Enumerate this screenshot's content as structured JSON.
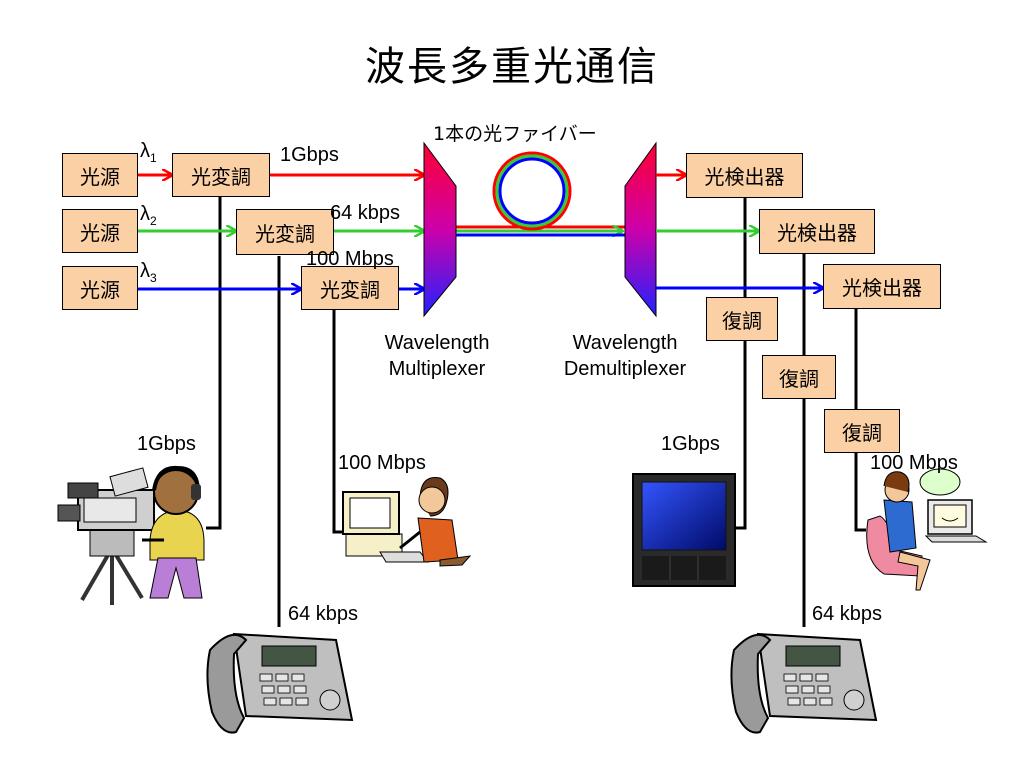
{
  "title": "波長多重光通信",
  "fiber_label": "1本の光ファイバー",
  "source_label": "光源",
  "modulator_label": "光変調",
  "detector_label": "光検出器",
  "demodulator_label": "復調",
  "lambdas": [
    {
      "symbol": "λ",
      "sub": "1"
    },
    {
      "symbol": "λ",
      "sub": "2"
    },
    {
      "symbol": "λ",
      "sub": "3"
    }
  ],
  "rates": {
    "r1g": "1Gbps",
    "r64k": "64 kbps",
    "r100m": "100 Mbps"
  },
  "mux_label": [
    "Wavelength",
    "Multiplexer"
  ],
  "demux_label": [
    "Wavelength",
    "Demultiplexer"
  ],
  "channel_colors": {
    "ch1": "#ff0000",
    "ch2": "#33cc33",
    "ch3": "#0000ff"
  },
  "icons": [
    "video-camera-operator-icon",
    "desktop-computer-user-icon",
    "telephone-icon",
    "television-icon"
  ]
}
